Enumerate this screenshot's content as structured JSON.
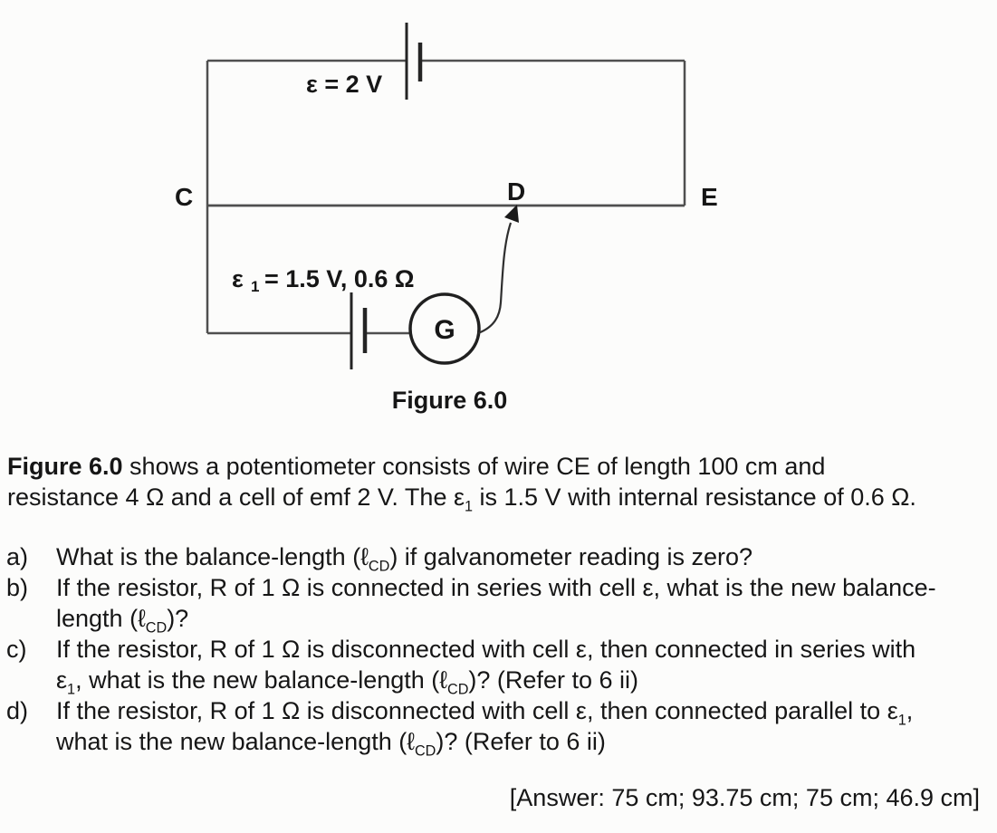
{
  "colors": {
    "background": "#fcfcfb",
    "text": "#161616",
    "wire": "#4f4f4f",
    "component": "#242424"
  },
  "figure": {
    "caption": "Figure 6.0",
    "labels": {
      "emf_top": "ε = 2 V",
      "emf_bottom_symbol": "ε",
      "emf_bottom_sub": "1",
      "emf_bottom_value": "= 1.5 V, 0.6 Ω",
      "terminal_c": "C",
      "terminal_d": "D",
      "terminal_e": "E",
      "galvanometer": "G"
    }
  },
  "description": {
    "lines": [
      [
        {
          "t": "Figure 6.0",
          "b": true
        },
        {
          "t": " shows a potentiometer consists of wire CE of length 100 cm and"
        }
      ],
      [
        {
          "t": "resistance 4 Ω and a cell of emf 2 V. The ε"
        },
        {
          "t": "1",
          "sub": true
        },
        {
          "t": " is 1.5 V with internal resistance of 0.6 Ω."
        }
      ]
    ]
  },
  "questions": {
    "items": [
      {
        "label": "a)",
        "lines": [
          [
            {
              "t": "What is the balance-length ("
            },
            {
              "t": "ℓ"
            },
            {
              "t": "CD",
              "sub": true
            },
            {
              "t": ") if galvanometer reading is zero?"
            }
          ]
        ]
      },
      {
        "label": "b)",
        "lines": [
          [
            {
              "t": "If the resistor, R of 1 Ω is connected in series with cell ε, what is the new balance-"
            }
          ],
          [
            {
              "t": "length ("
            },
            {
              "t": "ℓ"
            },
            {
              "t": "CD",
              "sub": true
            },
            {
              "t": ")?"
            }
          ]
        ]
      },
      {
        "label": "c)",
        "lines": [
          [
            {
              "t": "If the resistor, R of 1 Ω is disconnected with cell ε, then connected in series with"
            }
          ],
          [
            {
              "t": "ε"
            },
            {
              "t": "1",
              "sub": true
            },
            {
              "t": ", what is the new balance-length ("
            },
            {
              "t": "ℓ"
            },
            {
              "t": "CD",
              "sub": true
            },
            {
              "t": ")? (Refer to 6 ii)"
            }
          ]
        ]
      },
      {
        "label": "d)",
        "lines": [
          [
            {
              "t": "If the resistor, R of 1 Ω is disconnected with cell ε, then connected parallel to ε"
            },
            {
              "t": "1",
              "sub": true
            },
            {
              "t": ","
            }
          ],
          [
            {
              "t": "what is the new balance-length ("
            },
            {
              "t": "ℓ"
            },
            {
              "t": "CD",
              "sub": true
            },
            {
              "t": ")? (Refer to 6 ii)"
            }
          ]
        ]
      }
    ]
  },
  "answer": "[Answer: 75 cm; 93.75 cm; 75 cm; 46.9 cm]"
}
